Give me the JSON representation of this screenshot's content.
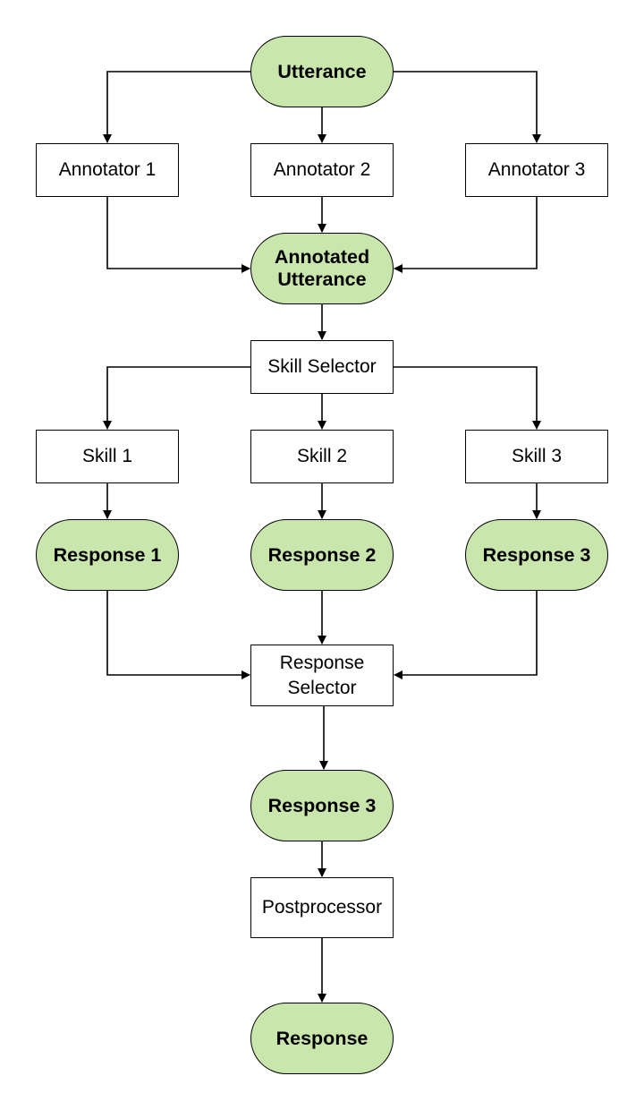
{
  "colors": {
    "data_node_fill": "#c9e7ad",
    "stroke": "#000000",
    "background": "#ffffff"
  },
  "nodes": {
    "utterance": "Utterance",
    "annotator_1": "Annotator 1",
    "annotator_2": "Annotator 2",
    "annotator_3": "Annotator 3",
    "annotated_utterance": "Annotated\nUtterance",
    "skill_selector": "Skill Selector",
    "skill_1": "Skill 1",
    "skill_2": "Skill 2",
    "skill_3": "Skill 3",
    "response_1": "Response 1",
    "response_2": "Response 2",
    "response_3": "Response 3",
    "response_selector": "Response\nSelector",
    "selected_response": "Response 3",
    "postprocessor": "Postprocessor",
    "final_response": "Response"
  },
  "edges": [
    [
      "utterance",
      "annotator_1"
    ],
    [
      "utterance",
      "annotator_2"
    ],
    [
      "utterance",
      "annotator_3"
    ],
    [
      "annotator_1",
      "annotated_utterance"
    ],
    [
      "annotator_2",
      "annotated_utterance"
    ],
    [
      "annotator_3",
      "annotated_utterance"
    ],
    [
      "annotated_utterance",
      "skill_selector"
    ],
    [
      "skill_selector",
      "skill_1"
    ],
    [
      "skill_selector",
      "skill_2"
    ],
    [
      "skill_selector",
      "skill_3"
    ],
    [
      "skill_1",
      "response_1"
    ],
    [
      "skill_2",
      "response_2"
    ],
    [
      "skill_3",
      "response_3"
    ],
    [
      "response_1",
      "response_selector"
    ],
    [
      "response_2",
      "response_selector"
    ],
    [
      "response_3",
      "response_selector"
    ],
    [
      "response_selector",
      "selected_response"
    ],
    [
      "selected_response",
      "postprocessor"
    ],
    [
      "postprocessor",
      "final_response"
    ]
  ]
}
